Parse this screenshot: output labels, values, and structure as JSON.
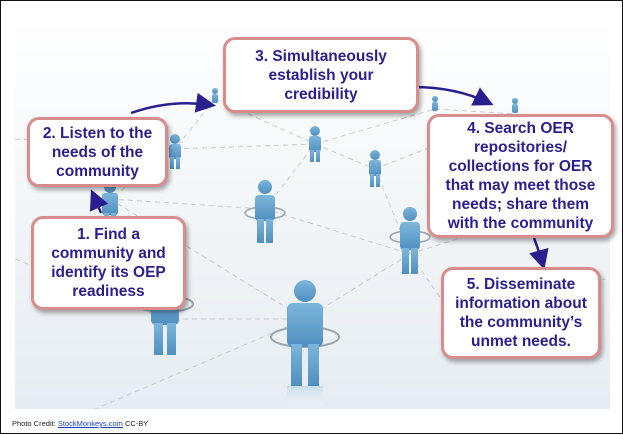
{
  "steps": [
    {
      "label": "1. Find a community and identify its OEP readiness"
    },
    {
      "label": "2. Listen to the needs of the community"
    },
    {
      "label": "3. Simultaneously establish your credibility"
    },
    {
      "label": "4. Search OER repositories/ collections for OER that may meet those needs; share them with the community"
    },
    {
      "label": "5. Disseminate information about the community’s unmet needs."
    }
  ],
  "credit": {
    "prefix": "Photo Credit: ",
    "link_text": "StockMonkeys.com",
    "suffix": " CC-BY"
  },
  "colors": {
    "box_border": "#d98c8c",
    "box_text": "#2a1f8f",
    "arrow": "#2a1f8f",
    "figure": "#6aa6cf"
  },
  "background_image": "network of people figures standing in rings connected by lines"
}
